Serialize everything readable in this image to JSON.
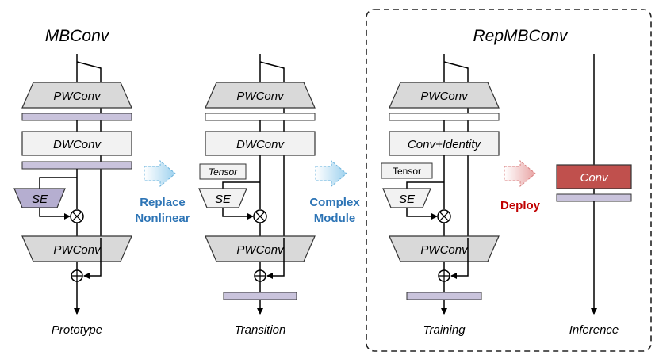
{
  "titles": {
    "mbconv": "MBConv",
    "repmbconv": "RepMBConv"
  },
  "captions": {
    "prototype": "Prototype",
    "transition": "Transition",
    "training": "Training",
    "inference": "Inference"
  },
  "blocks": {
    "pwconv": "PWConv",
    "dwconv": "DWConv",
    "conv_identity": "Conv+Identity",
    "se": "SE",
    "tensor": "Tensor",
    "conv": "Conv"
  },
  "transitions": {
    "replace_line1": "Replace",
    "replace_line2": "Nonlinear",
    "complex_line1": "Complex",
    "complex_line2": "Module",
    "deploy": "Deploy"
  },
  "colors": {
    "block_fill": "#d9d9d9",
    "block_light": "#f2f2f2",
    "norm_purple": "#c9c3dc",
    "se_purple": "#b5aed0",
    "conv_red": "#c0504d",
    "arrow_blue": "#bde0f3",
    "arrow_pink": "#f2c4c4",
    "label_blue": "#2e75b6",
    "label_red": "#c00000"
  }
}
